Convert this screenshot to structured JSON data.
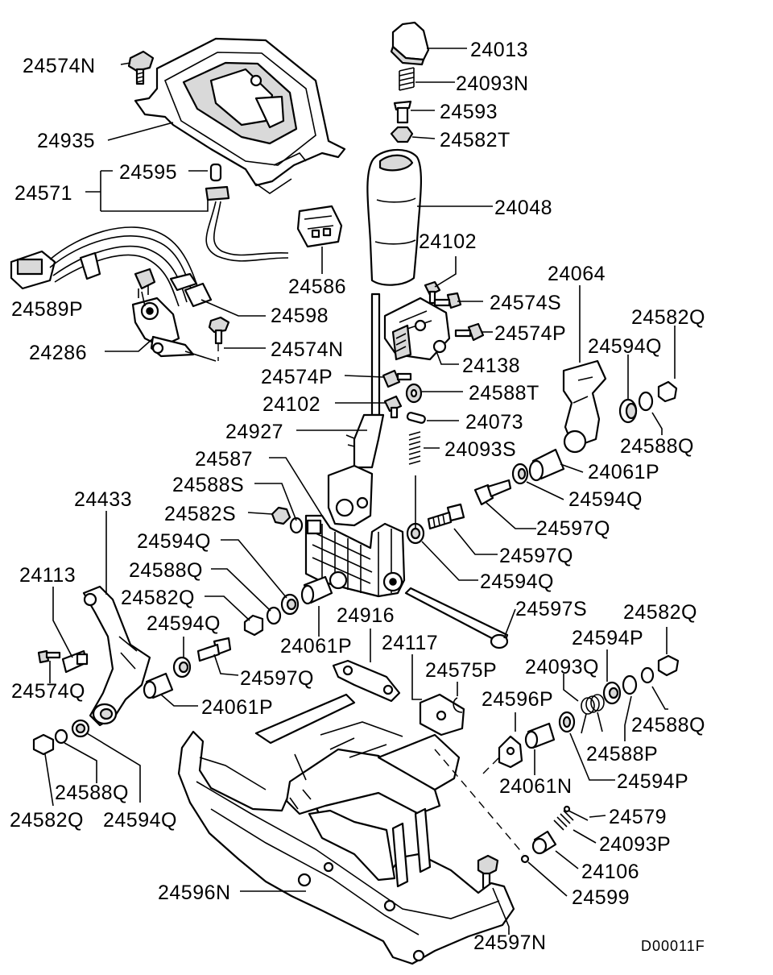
{
  "diagram": {
    "code": "D00011F",
    "labels": {
      "p24574N_a": "24574N",
      "p24935": "24935",
      "p24595": "24595",
      "p24571": "24571",
      "p24586": "24586",
      "p24589P": "24589P",
      "p24598": "24598",
      "p24286": "24286",
      "p24574N_b": "24574N",
      "p24013": "24013",
      "p24093N": "24093N",
      "p24593": "24593",
      "p24582T": "24582T",
      "p24048": "24048",
      "p24102_a": "24102",
      "p24574S": "24574S",
      "p24574P_a": "24574P",
      "p24138": "24138",
      "p24574P_b": "24574P",
      "p24588T": "24588T",
      "p24102_b": "24102",
      "p24073": "24073",
      "p24927": "24927",
      "p24093S": "24093S",
      "p24587": "24587",
      "p24064": "24064",
      "p24582Q_a": "24582Q",
      "p24594Q_a": "24594Q",
      "p24588Q_a": "24588Q",
      "p24061P_a": "24061P",
      "p24594Q_b": "24594Q",
      "p24597Q_a": "24597Q",
      "p24597Q_b": "24597Q",
      "p24594Q_c": "24594Q",
      "p24588S": "24588S",
      "p24582S": "24582S",
      "p24594Q_d": "24594Q",
      "p24588Q_b": "24588Q",
      "p24582Q_b": "24582Q",
      "p24061P_b": "24061P",
      "p24433": "24433",
      "p24113": "24113",
      "p24594Q_e": "24594Q",
      "p24597Q_c": "24597Q",
      "p24061P_c": "24061P",
      "p24574Q": "24574Q",
      "p24916": "24916",
      "p24117": "24117",
      "p24597S": "24597S",
      "p24582Q_c": "24582Q",
      "p24594P_a": "24594P",
      "p24093Q": "24093Q",
      "p24575P": "24575P",
      "p24596P": "24596P",
      "p24588Q_c": "24588Q",
      "p24588P": "24588P",
      "p24061N": "24061N",
      "p24594P_b": "24594P",
      "p24579": "24579",
      "p24093P": "24093P",
      "p24106": "24106",
      "p24599": "24599",
      "p24588Q_d": "24588Q",
      "p24582Q_d": "24582Q",
      "p24594Q_f": "24594Q",
      "p24596N": "24596N",
      "p24597N": "24597N"
    }
  }
}
